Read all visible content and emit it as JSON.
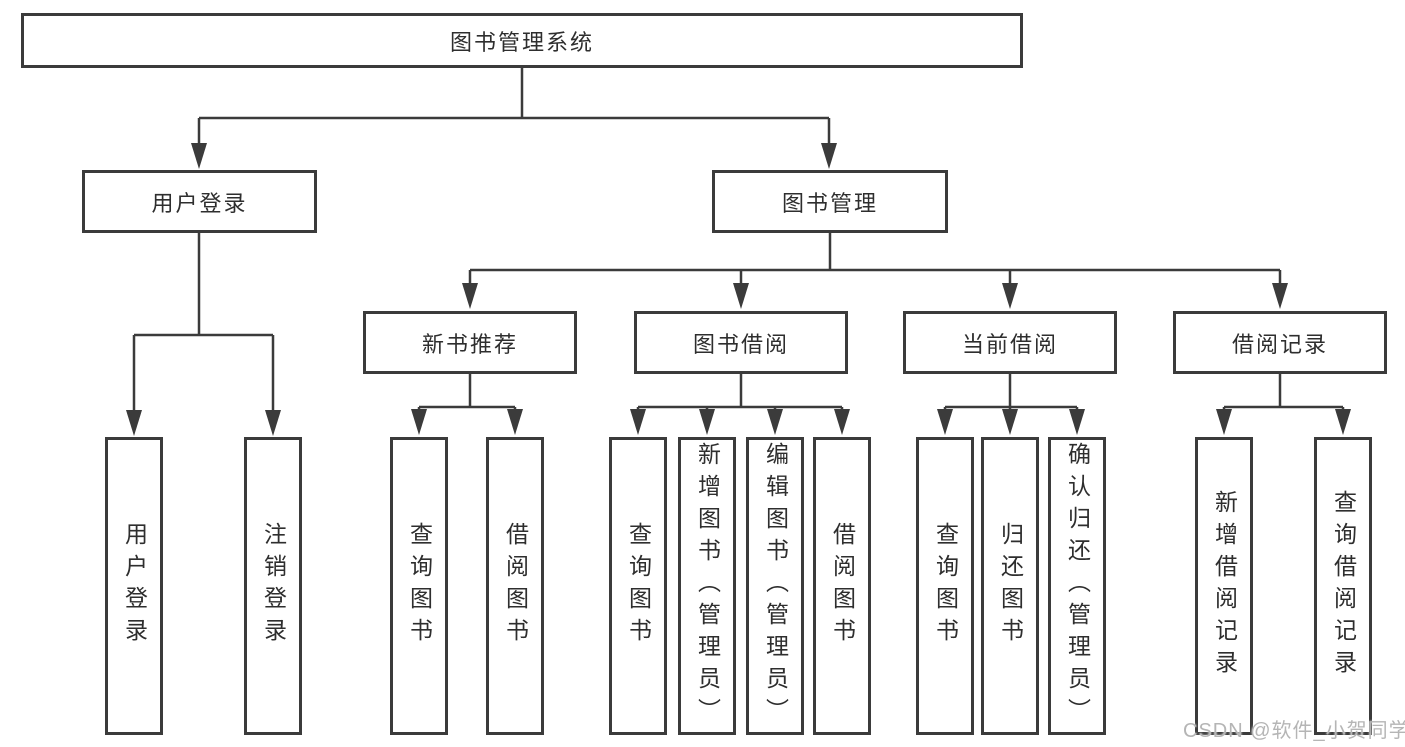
{
  "nodes": {
    "root": "图书管理系统",
    "user_login": "用户登录",
    "book_mgmt": "图书管理",
    "new_books": "新书推荐",
    "book_borrow": "图书借阅",
    "current_borrow": "当前借阅",
    "borrow_records": "借阅记录"
  },
  "leaves": {
    "user_login": [
      "用户登录",
      "注销登录"
    ],
    "new_books": [
      "查询图书",
      "借阅图书"
    ],
    "book_borrow": [
      "查询图书",
      "新增图书（管理员）",
      "编辑图书（管理员）",
      "借阅图书"
    ],
    "current_borrow": [
      "查询图书",
      "归还图书",
      "确认归还（管理员）"
    ],
    "borrow_records": [
      "新增借阅记录",
      "查询借阅记录"
    ]
  },
  "watermark": "CSDN @软件_小贺同学",
  "colors": {
    "line": "#3b3b3b",
    "border": "#3b3b3b",
    "text": "#2e2e2e",
    "background": "#ffffff",
    "watermark": "#b5b5b5"
  }
}
